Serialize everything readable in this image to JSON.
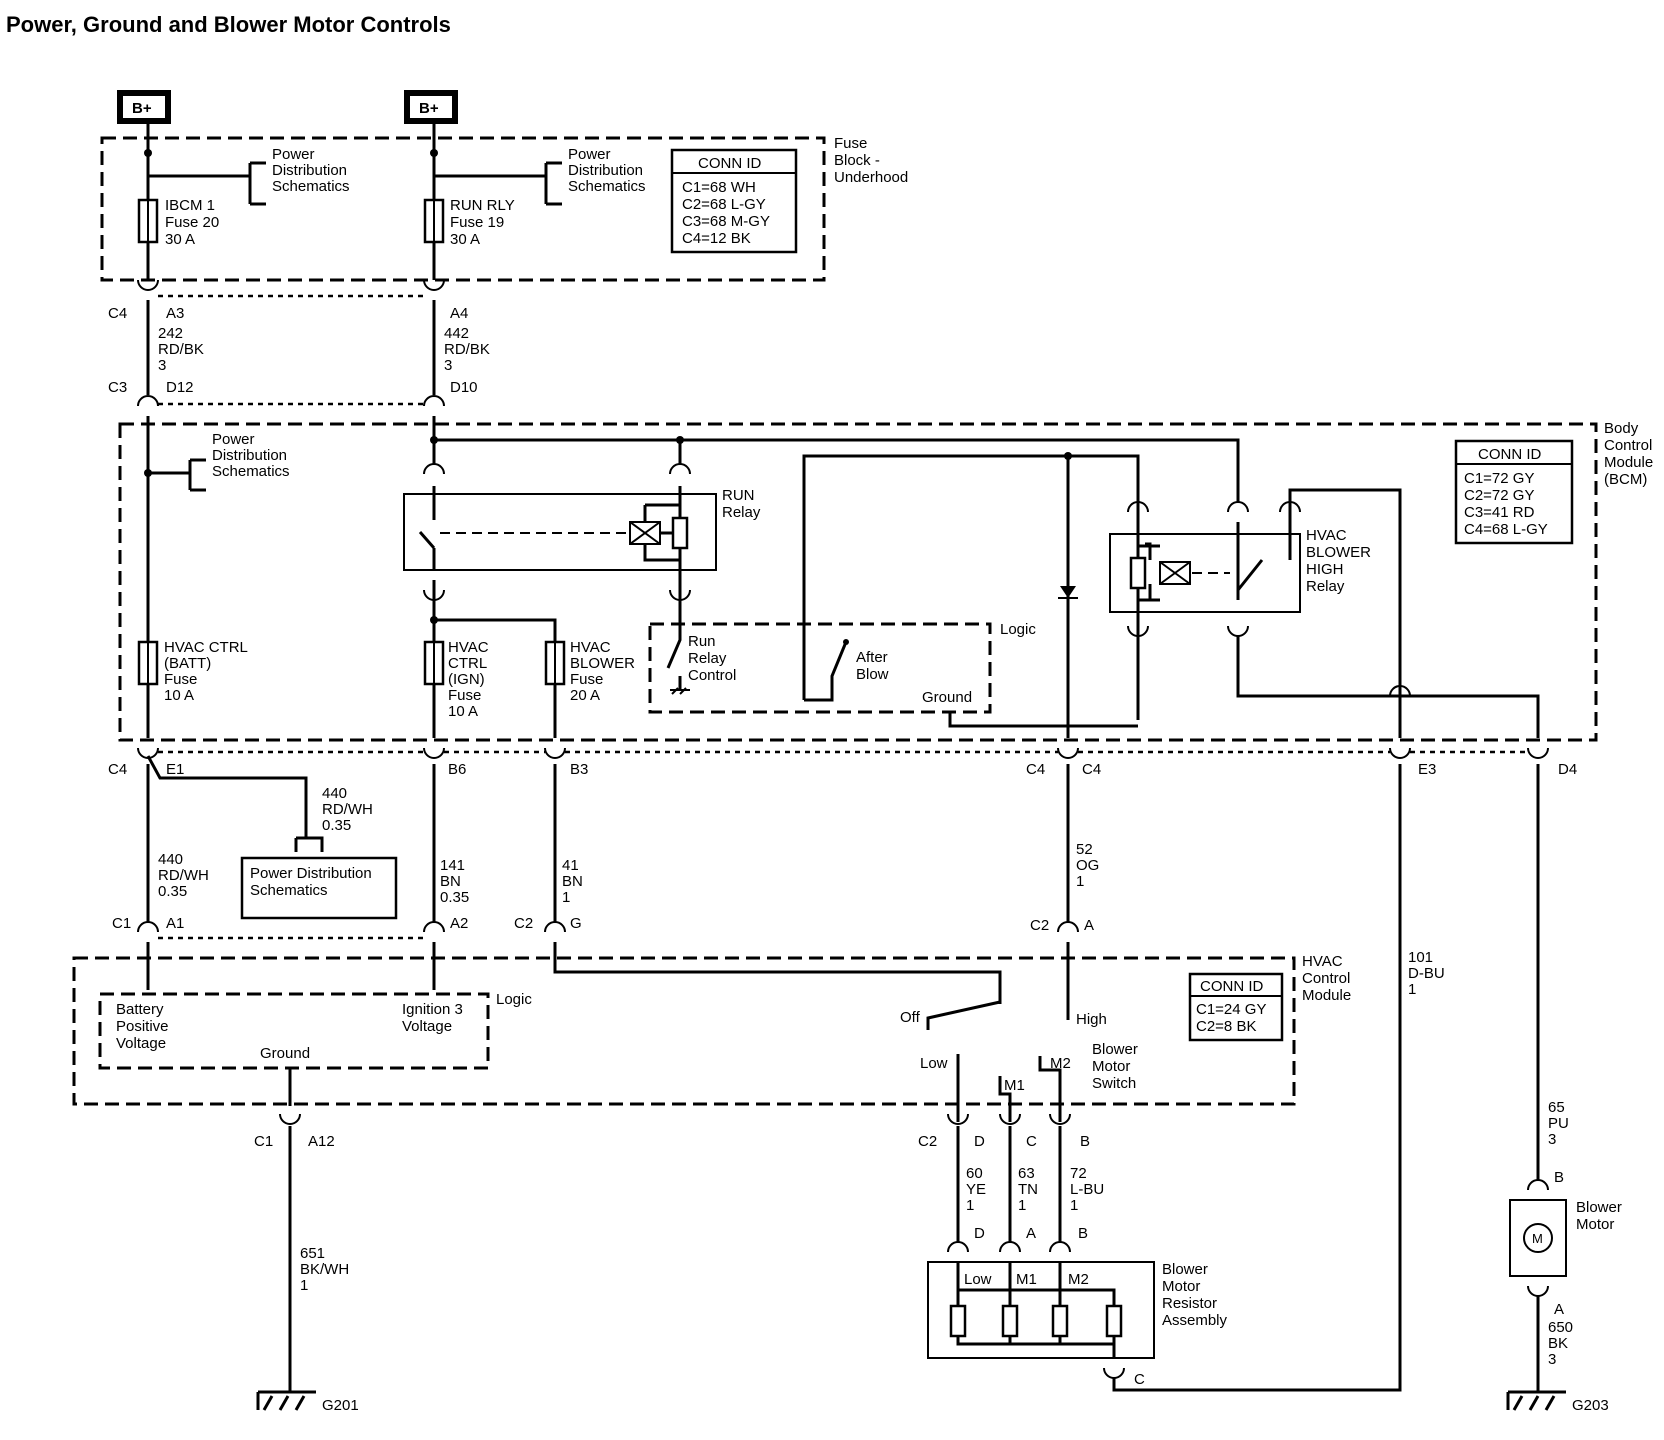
{
  "title": "Power, Ground and Blower Motor Controls",
  "supply": {
    "label": "B+"
  },
  "fuse_block": {
    "name": [
      "Fuse",
      "Block -",
      "Underhood"
    ],
    "conn_id": {
      "header": "CONN ID",
      "lines": [
        "C1=68 WH",
        "C2=68 L-GY",
        "C3=68 M-GY",
        "C4=12 BK"
      ]
    },
    "pds_label": [
      "Power",
      "Distribution",
      "Schematics"
    ],
    "fuses": [
      {
        "lines": [
          "IBCM 1",
          "Fuse 20",
          "30 A"
        ]
      },
      {
        "lines": [
          "RUN RLY",
          "Fuse 19",
          "30 A"
        ]
      }
    ]
  },
  "bcm": {
    "name": [
      "Body",
      "Control",
      "Module",
      "(BCM)"
    ],
    "conn_id": {
      "header": "CONN ID",
      "lines": [
        "C1=72 GY",
        "C2=72 GY",
        "C3=41 RD",
        "C4=68 L-GY"
      ]
    },
    "pds_label": [
      "Power",
      "Distribution",
      "Schematics"
    ],
    "run_relay": [
      "RUN",
      "Relay"
    ],
    "high_relay": [
      "HVAC",
      "BLOWER",
      "HIGH",
      "Relay"
    ],
    "logic": "Logic",
    "run_relay_control": [
      "Run",
      "Relay",
      "Control"
    ],
    "after_blow": [
      "After",
      "Blow"
    ],
    "ground": "Ground",
    "fuses": [
      {
        "lines": [
          "HVAC CTRL",
          "(BATT)",
          "Fuse",
          "10 A"
        ]
      },
      {
        "lines": [
          "HVAC",
          "CTRL",
          "(IGN)",
          "Fuse",
          "10 A"
        ]
      },
      {
        "lines": [
          "HVAC",
          "BLOWER",
          "Fuse",
          "20 A"
        ]
      }
    ]
  },
  "hvac": {
    "name": [
      "HVAC",
      "Control",
      "Module"
    ],
    "conn_id": {
      "header": "CONN ID",
      "lines": [
        "C1=24 GY",
        "C2=8 BK"
      ]
    },
    "logic": "Logic",
    "battery": [
      "Battery",
      "Positive",
      "Voltage"
    ],
    "ignition": [
      "Ignition 3",
      "Voltage"
    ],
    "ground": "Ground",
    "switch_name": [
      "Blower",
      "Motor",
      "Switch"
    ],
    "switch_positions": {
      "off": "Off",
      "low": "Low",
      "m1": "M1",
      "m2": "M2",
      "high": "High"
    }
  },
  "pds_box": [
    "Power Distribution",
    "Schematics"
  ],
  "connectors": {
    "c4": "C4",
    "c3": "C3",
    "c1": "C1",
    "c2": "C2",
    "a3": "A3",
    "a4": "A4",
    "d12": "D12",
    "d10": "D10",
    "e1": "E1",
    "b6": "B6",
    "b3": "B3",
    "e3": "E3",
    "d4": "D4",
    "a1": "A1",
    "a2": "A2",
    "g": "G",
    "a": "A",
    "a12": "A12",
    "d": "D",
    "c": "C",
    "b": "B"
  },
  "wires": {
    "w242": [
      "242",
      "RD/BK",
      "3"
    ],
    "w442": [
      "442",
      "RD/BK",
      "3"
    ],
    "w440a": [
      "440",
      "RD/WH",
      "0.35"
    ],
    "w440b": [
      "440",
      "RD/WH",
      "0.35"
    ],
    "w141": [
      "141",
      "BN",
      "0.35"
    ],
    "w41": [
      "41",
      "BN",
      "1"
    ],
    "w52": [
      "52",
      "OG",
      "1"
    ],
    "w101": [
      "101",
      "D-BU",
      "1"
    ],
    "w65": [
      "65",
      "PU",
      "3"
    ],
    "w650": [
      "650",
      "BK",
      "3"
    ],
    "w651": [
      "651",
      "BK/WH",
      "1"
    ],
    "w60": [
      "60",
      "YE",
      "1"
    ],
    "w63": [
      "63",
      "TN",
      "1"
    ],
    "w72": [
      "72",
      "L-BU",
      "1"
    ]
  },
  "resistor": {
    "name": [
      "Blower",
      "Motor",
      "Resistor",
      "Assembly"
    ],
    "taps": [
      "Low",
      "M1",
      "M2"
    ]
  },
  "motor": {
    "name": [
      "Blower",
      "Motor"
    ],
    "symbol": "M"
  },
  "grounds": {
    "g201": "G201",
    "g203": "G203"
  }
}
